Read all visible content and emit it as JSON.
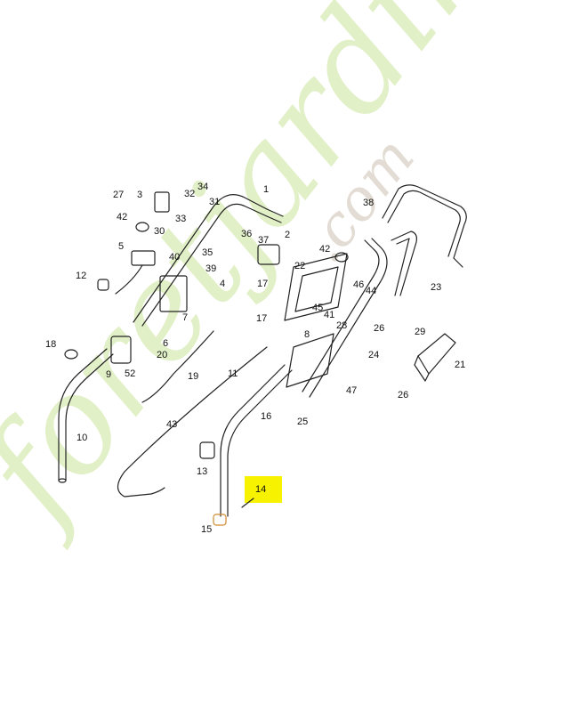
{
  "diagram": {
    "watermark": {
      "text": "foretjardin",
      "suffix": ".com",
      "color": "#cfe5a8",
      "suffix_color": "#d3c8bb"
    },
    "highlight": {
      "label": "14",
      "color": "#f7f200"
    },
    "labels": [
      "1",
      "2",
      "3",
      "4",
      "5",
      "6",
      "7",
      "8",
      "9",
      "10",
      "11",
      "12",
      "13",
      "15",
      "16",
      "17",
      "17",
      "18",
      "19",
      "20",
      "21",
      "22",
      "23",
      "24",
      "25",
      "26",
      "26",
      "27",
      "28",
      "29",
      "30",
      "31",
      "32",
      "33",
      "34",
      "35",
      "36",
      "37",
      "38",
      "39",
      "40",
      "41",
      "42",
      "42",
      "43",
      "44",
      "45",
      "46",
      "47",
      "52"
    ]
  }
}
